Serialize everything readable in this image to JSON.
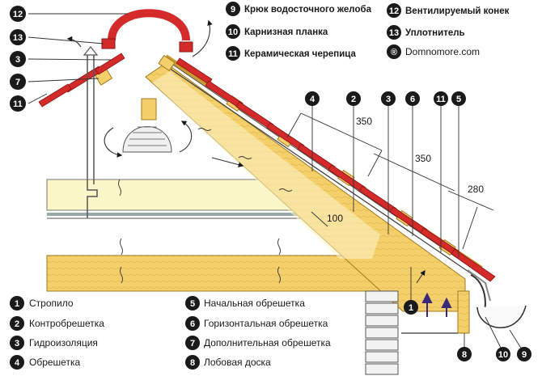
{
  "legend_top": [
    {
      "num": "9",
      "text": "Крюк водосточного желоба"
    },
    {
      "num": "10",
      "text": "Карнизная планка"
    },
    {
      "num": "11",
      "text": "Керамическая черепица"
    },
    {
      "num": "12",
      "text": "Вентилируемый конек"
    },
    {
      "num": "13",
      "text": "Уплотнитель"
    },
    {
      "num": "®",
      "text": "Domnomore.com"
    }
  ],
  "legend_bottom": [
    {
      "num": "1",
      "text": "Стропило"
    },
    {
      "num": "2",
      "text": "Контробрешетка"
    },
    {
      "num": "3",
      "text": "Гидроизоляция"
    },
    {
      "num": "4",
      "text": "Обрешетка"
    },
    {
      "num": "5",
      "text": "Начальная обрешетка"
    },
    {
      "num": "6",
      "text": "Горизонтальная обрешетка"
    },
    {
      "num": "7",
      "text": "Дополнительная обрешетка"
    },
    {
      "num": "8",
      "text": "Лобовая доска"
    }
  ],
  "callouts": {
    "left": [
      "12",
      "13",
      "3",
      "7",
      "11"
    ],
    "top": [
      "4",
      "2",
      "3",
      "6",
      "11",
      "5"
    ],
    "bottom": [
      "1",
      "8",
      "10",
      "9"
    ]
  },
  "dimensions": {
    "d1": "350",
    "d2": "350",
    "d3": "280",
    "d4": "100"
  },
  "colors": {
    "roof_tile": "#d42a2a",
    "timber": "#f4cf6a",
    "timber_dark": "#c99a2e",
    "insulation": "#fbf6c8",
    "badge": "#1a1a1a"
  }
}
